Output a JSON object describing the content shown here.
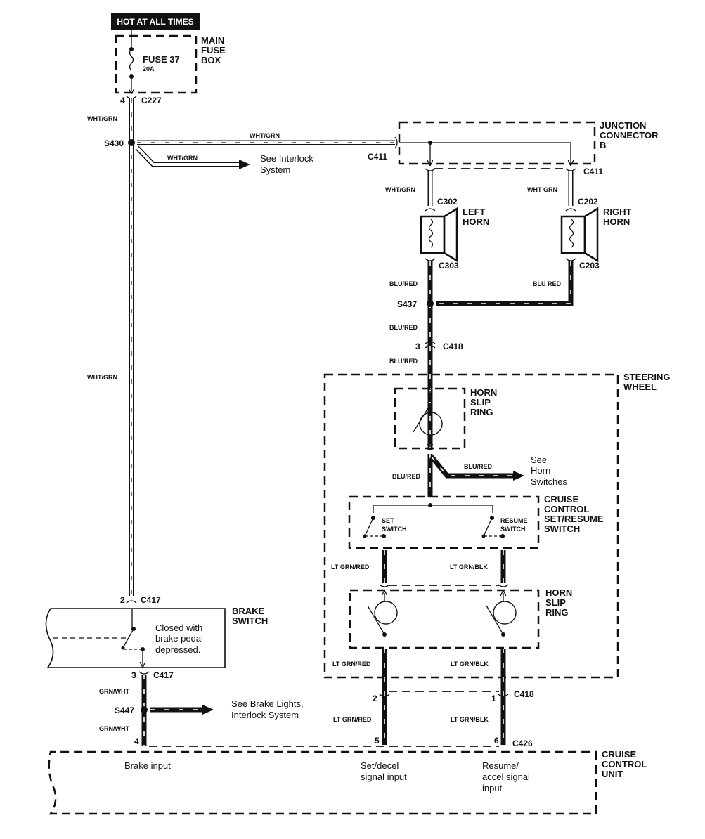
{
  "header": {
    "power_label": "HOT AT ALL TIMES"
  },
  "main_fuse_box": {
    "title_lines": [
      "MAIN",
      "FUSE",
      "BOX"
    ],
    "fuse": "FUSE 37",
    "rating": "20A"
  },
  "connectors": {
    "c227": {
      "name": "C227",
      "pin": "4"
    },
    "c411_a": {
      "name": "C411"
    },
    "c411_b": {
      "name": "C411"
    },
    "c302": {
      "name": "C302"
    },
    "c202": {
      "name": "C202"
    },
    "c303": {
      "name": "C303"
    },
    "c203": {
      "name": "C203"
    },
    "c418_top": {
      "name": "C418",
      "pin": "3"
    },
    "c418_bot": {
      "name": "C418",
      "pin_left": "2",
      "pin_right": "1"
    },
    "c426": {
      "name": "C426",
      "pin_left": "5",
      "pin_right": "6"
    },
    "c417_top": {
      "name": "C417",
      "pin": "2"
    },
    "c417_bot": {
      "name": "C417",
      "pin": "3"
    },
    "brake_pin4": "4"
  },
  "splices": {
    "s430": "S430",
    "s437": "S437",
    "s447": "S447"
  },
  "wires": {
    "wht_grn_1": "WHT/GRN",
    "wht_grn_2": "WHT/GRN",
    "wht_grn_3": "WHT/GRN",
    "wht_grn_4": "WHT/GRN",
    "wht_grn_left_horn": "WHT/GRN",
    "wht_grn_right_horn": "WHT GRN",
    "blu_red_left_horn": "BLU/RED",
    "blu_red_right_horn": "BLU RED",
    "blu_red_above_c418": "BLU/RED",
    "blu_red_below_c418": "BLU/RED",
    "blu_red_slip": "BLU/RED",
    "blu_red_horn_sw": "BLU/RED",
    "lt_grn_red_1": "LT GRN/RED",
    "lt_grn_blk_1": "LT GRN/BLK",
    "lt_grn_red_2": "LT GRN/RED",
    "lt_grn_blk_2": "LT GRN/BLK",
    "lt_grn_red_3": "LT GRN/RED",
    "lt_grn_blk_3": "LT GRN/BLK",
    "grn_wht_1": "GRN/WHT",
    "grn_wht_2": "GRN/WHT"
  },
  "references": {
    "interlock": [
      "See Interlock",
      "System"
    ],
    "horn_switches": [
      "See",
      "Horn",
      "Switches"
    ],
    "brake_lights": [
      "See Brake Lights,",
      "Interlock System"
    ]
  },
  "components": {
    "junction_connector": [
      "JUNCTION",
      "CONNECTOR",
      "B"
    ],
    "left_horn": [
      "LEFT",
      "HORN"
    ],
    "right_horn": [
      "RIGHT",
      "HORN"
    ],
    "steering_wheel": [
      "STEERING",
      "WHEEL"
    ],
    "horn_slip_ring_1": [
      "HORN",
      "SLIP",
      "RING"
    ],
    "cruise_switch": [
      "CRUISE",
      "CONTROL",
      "SET/RESUME",
      "SWITCH"
    ],
    "set_switch": [
      "SET",
      "SWITCH"
    ],
    "resume_switch": [
      "RESUME",
      "SWITCH"
    ],
    "horn_slip_ring_2": [
      "HORN",
      "SLIP",
      "RING"
    ],
    "brake_switch": [
      "BRAKE",
      "SWITCH"
    ],
    "brake_switch_note": [
      "Closed with",
      "brake pedal",
      "depressed."
    ],
    "cruise_unit": [
      "CRUISE",
      "CONTROL",
      "UNIT"
    ],
    "cruise_unit_inputs": {
      "brake": "Brake input",
      "set": [
        "Set/decel",
        "signal input"
      ],
      "resume": [
        "Resume/",
        "accel signal",
        "input"
      ]
    }
  }
}
